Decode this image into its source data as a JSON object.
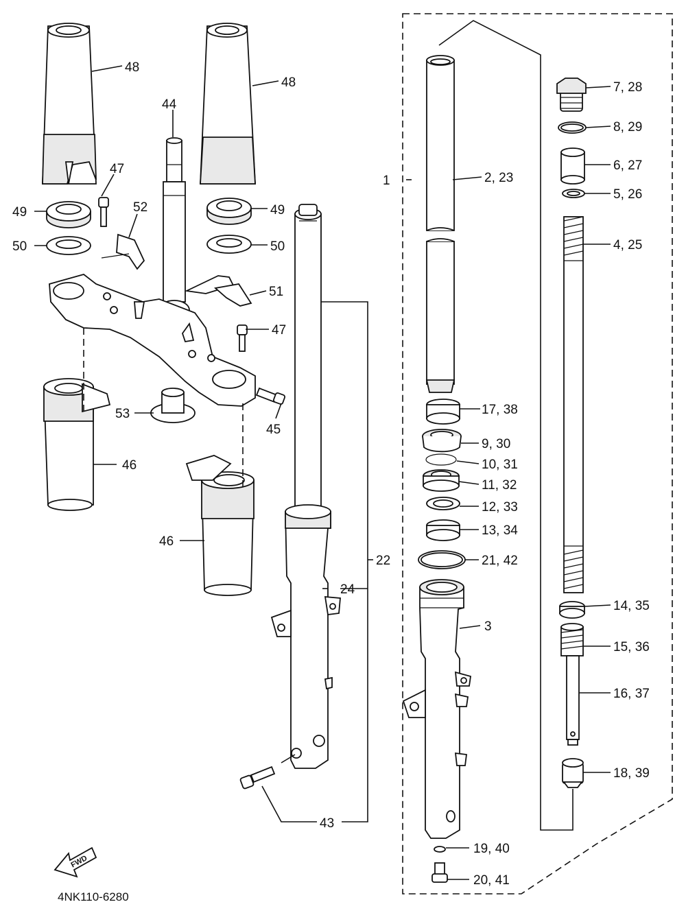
{
  "diagram_code": "4NK110-6280",
  "fwd_label": "FWD",
  "callouts": {
    "c1": "1",
    "c2_23": "2, 23",
    "c3": "3",
    "c4_25": "4, 25",
    "c5_26": "5, 26",
    "c6_27": "6, 27",
    "c7_28": "7, 28",
    "c8_29": "8, 29",
    "c9_30": "9, 30",
    "c10_31": "10, 31",
    "c11_32": "11, 32",
    "c12_33": "12, 33",
    "c13_34": "13, 34",
    "c14_35": "14, 35",
    "c15_36": "15, 36",
    "c16_37": "16, 37",
    "c17_38": "17, 38",
    "c18_39": "18, 39",
    "c19_40": "19, 40",
    "c20_41": "20, 41",
    "c21_42": "21, 42",
    "c22": "22",
    "c24": "24",
    "c43": "43",
    "c44": "44",
    "c45": "45",
    "c46a": "46",
    "c46b": "46",
    "c47a": "47",
    "c47b": "47",
    "c48a": "48",
    "c48b": "48",
    "c49a": "49",
    "c49b": "49",
    "c50a": "50",
    "c50b": "50",
    "c51": "51",
    "c52": "52",
    "c53": "53"
  }
}
